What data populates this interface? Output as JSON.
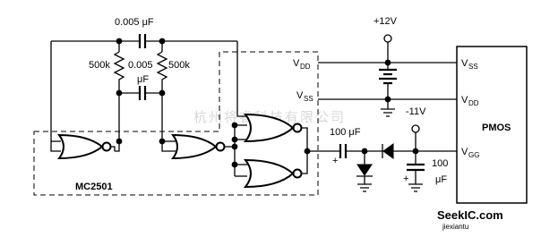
{
  "diagram": {
    "cap_top": "0.005 μF",
    "cap_mid": "0.005",
    "cap_mid_unit": "μF",
    "res_left": "500k",
    "res_right": "500k",
    "vplus": "+12V",
    "vminus": "-11V",
    "vdd_left": "V",
    "vdd_left_sub": "DD",
    "vss_left": "V",
    "vss_left_sub": "SS",
    "cap_coupling": "100 μF",
    "cap_filter_value": "100",
    "cap_filter_unit": "μF",
    "plus_sign": "+",
    "chip": "MC2501",
    "pmos": "PMOS",
    "pmos_vss": "V",
    "pmos_vss_sub": "SS",
    "pmos_vdd": "V",
    "pmos_vdd_sub": "DD",
    "pmos_vgg": "V",
    "pmos_vgg_sub": "GG",
    "watermark": "杭州将睿科技有限公司",
    "logo": "SeekIC.com",
    "logo_sub": "jiexiantu"
  }
}
